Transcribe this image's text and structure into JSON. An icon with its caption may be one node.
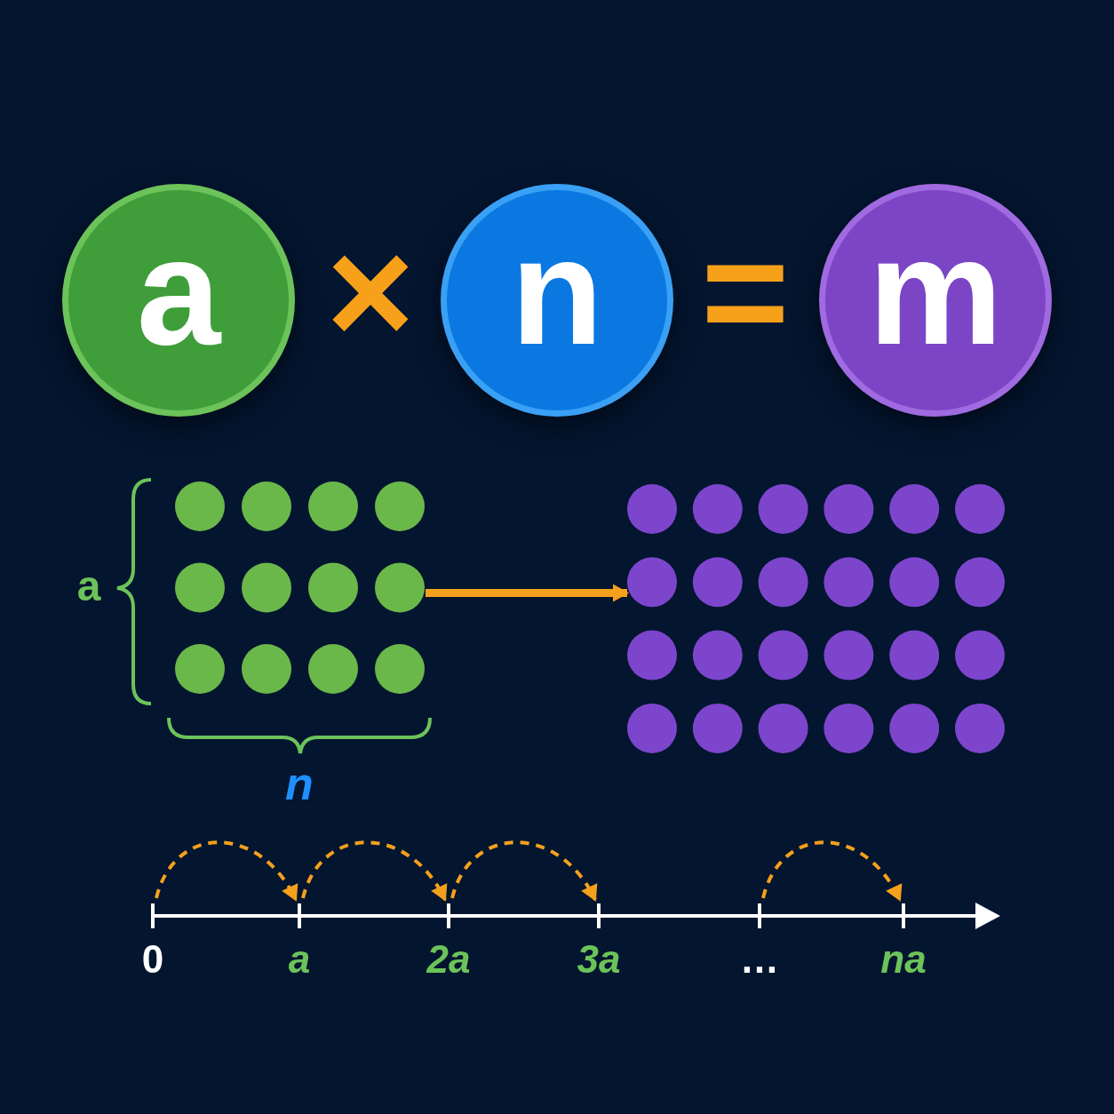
{
  "diagram": {
    "nodes": [
      {
        "text": [
          "a"
        ]
      },
      {
        "text": [
          "n"
        ]
      },
      {
        "text": [
          "m"
        ]
      },
      {
        "text": [],
        "shape": "picture"
      },
      {
        "text": [],
        "shape": "picture"
      },
      {
        "text": [
          "0"
        ]
      },
      {
        "text": [
          "a"
        ]
      },
      {
        "text": [
          "2a"
        ]
      },
      {
        "text": [
          "3a"
        ]
      },
      {
        "text": [
          "…"
        ]
      },
      {
        "text": [
          "na"
        ]
      }
    ],
    "edges": [
      {
        "from": 3,
        "to": 4,
        "arrow": "to",
        "style": "thick"
      },
      {
        "from": 5,
        "to": 6,
        "arrow": "to",
        "style": "dashed"
      },
      {
        "from": 6,
        "to": 7,
        "arrow": "to",
        "style": "dashed"
      },
      {
        "from": 7,
        "to": 8,
        "arrow": "to",
        "style": "dashed"
      },
      {
        "from": 9,
        "to": 10,
        "arrow": "to",
        "style": "dashed"
      }
    ],
    "labels": [
      "×",
      "=",
      "a",
      "n"
    ]
  }
}
